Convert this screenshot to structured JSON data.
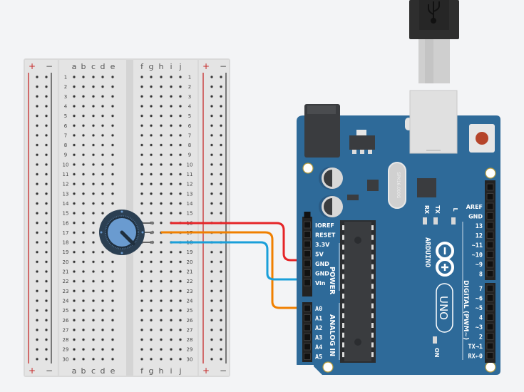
{
  "breadboard": {
    "columns_left": [
      "a",
      "b",
      "c",
      "d",
      "e"
    ],
    "columns_right": [
      "f",
      "g",
      "h",
      "i",
      "j"
    ],
    "rows": 30,
    "rail_plus": "+",
    "rail_minus": "−",
    "colors": {
      "body": "#e0e0e0",
      "hole": "#333333",
      "rail_plus": "#c62828",
      "rail_minus": "#555555"
    }
  },
  "potentiometer": {
    "name": "potentiometer",
    "rows": [
      16,
      17,
      18
    ],
    "colors": {
      "ring": "#2b3f52",
      "knob": "#6a9bd0"
    }
  },
  "wires": [
    {
      "name": "wire-5v",
      "color": "#e52528",
      "from": "row 16",
      "to": "5V"
    },
    {
      "name": "wire-a0",
      "color": "#f08000",
      "from": "row 17",
      "to": "A0"
    },
    {
      "name": "wire-gnd",
      "color": "#1a9fd9",
      "from": "row 18",
      "to": "GND"
    }
  ],
  "arduino": {
    "board_color": "#2e6a99",
    "brand": "ARDUINO",
    "model": "UNO",
    "crystal_label": "SPK16.000G",
    "power_pins": [
      "IOREF",
      "RESET",
      "3.3V",
      "5V",
      "GND",
      "GND",
      "Vin"
    ],
    "power_header": "POWER",
    "analog_pins": [
      "A0",
      "A1",
      "A2",
      "A3",
      "A4",
      "A5"
    ],
    "analog_header": "ANALOG IN",
    "digital_top_pins": [
      "AREF",
      "GND",
      "13",
      "12",
      "~11",
      "~10",
      "~9",
      "8"
    ],
    "digital_bottom_pins": [
      "7",
      "~6",
      "~5",
      "4",
      "~3",
      "2",
      "TX→1",
      "RX←0"
    ],
    "digital_header": "DIGITAL (PWM~)",
    "leds": [
      "RX",
      "TX",
      "L"
    ],
    "on_label": "ON"
  }
}
